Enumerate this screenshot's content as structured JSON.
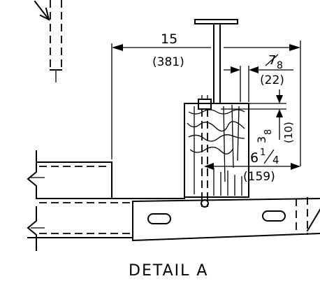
{
  "drawing": {
    "title": "DETAIL A",
    "dims": {
      "width_main": "15",
      "width_main_mm": "(381)",
      "offset_num": "7",
      "offset_den": "8",
      "offset_mm": "(22)",
      "depth_num": "3",
      "depth_den": "8",
      "depth_mm": "(10)",
      "post_whole": "6",
      "post_num": "1",
      "post_den": "4",
      "post_mm": "(159)"
    }
  }
}
